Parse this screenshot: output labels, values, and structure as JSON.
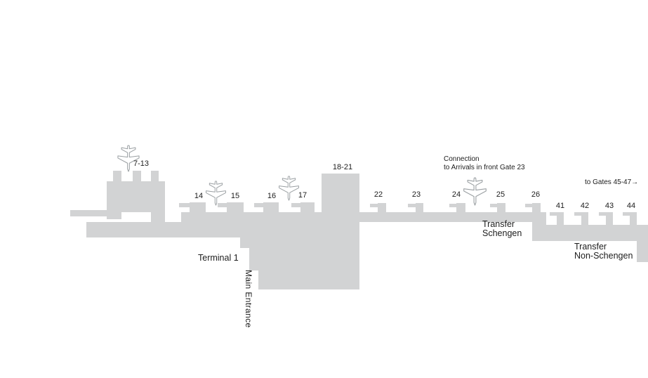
{
  "colors": {
    "terminal-fill": "#d2d3d4",
    "label-text": "#1c1c1c",
    "plane-outline": "#9ba0a3",
    "plane-fill": "#ffffff",
    "background": "#ffffff"
  },
  "gates": [
    {
      "label": "7-13"
    },
    {
      "label": "14"
    },
    {
      "label": "15"
    },
    {
      "label": "16"
    },
    {
      "label": "17"
    },
    {
      "label": "18-21"
    },
    {
      "label": "22"
    },
    {
      "label": "23"
    },
    {
      "label": "24"
    },
    {
      "label": "25"
    },
    {
      "label": "26"
    },
    {
      "label": "41"
    },
    {
      "label": "42"
    },
    {
      "label": "43"
    },
    {
      "label": "44"
    }
  ],
  "labels": {
    "terminal": "Terminal 1",
    "main_entrance": "Main Entrance",
    "connection_line1": "Connection",
    "connection_line2": "to Arrivals in front Gate 23",
    "to_gates": "to Gates 45-47",
    "to_gates_arrow": "→",
    "transfer_schengen_line1": "Transfer",
    "transfer_schengen_line2": "Schengen",
    "transfer_non_schengen_line1": "Transfer",
    "transfer_non_schengen_line2": "Non-Schengen"
  }
}
